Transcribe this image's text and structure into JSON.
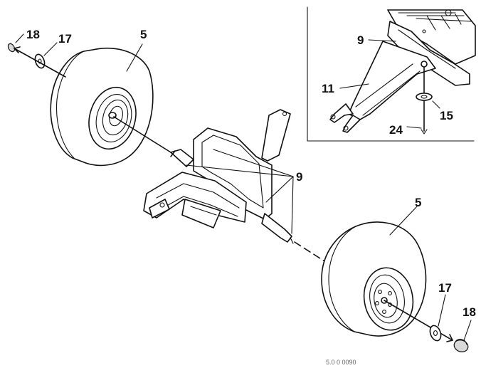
{
  "diagram": {
    "callouts": {
      "top_left_cap": "18",
      "top_left_washer": "17",
      "top_left_wheel": "5",
      "axle_spindles": "9",
      "bottom_right_wheel": "5",
      "bottom_right_washer": "17",
      "bottom_right_cap": "18",
      "inset_bracket": "9",
      "inset_arm": "11",
      "inset_washer": "15",
      "inset_bolt": "24"
    },
    "footer_text": "5.0 0 0090"
  }
}
